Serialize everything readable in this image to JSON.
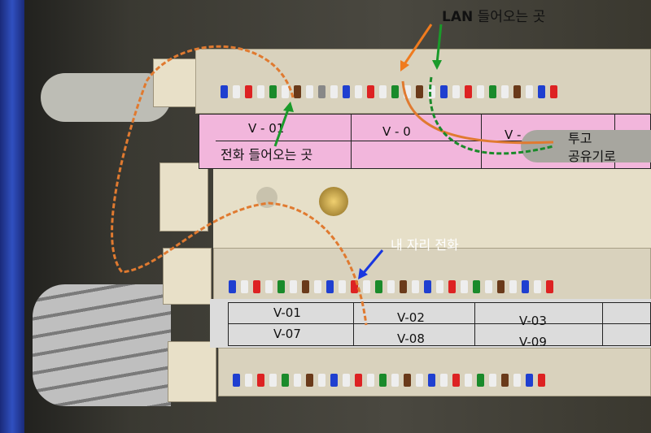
{
  "annotations": {
    "lan_in": {
      "bold": "LAN",
      "rest": " 들어오는 곳"
    },
    "phone_in": "전화 들어오는 곳",
    "to_router": [
      "투고",
      "공유기로"
    ],
    "my_desk_phone": "내 자리 전화"
  },
  "top_panel_labels": [
    "V - 01",
    "V - 0",
    "V -"
  ],
  "bottom_panel_labels": {
    "row1": [
      "V-01",
      "V-02",
      "V-03"
    ],
    "row2": [
      "V-07",
      "V-08",
      "V-09"
    ]
  },
  "colors": {
    "orange_arrow": "#f07b1e",
    "green_arrow": "#1a9a2a",
    "blue_arrow": "#1836e0",
    "pink_label": "#f2b6dc"
  }
}
